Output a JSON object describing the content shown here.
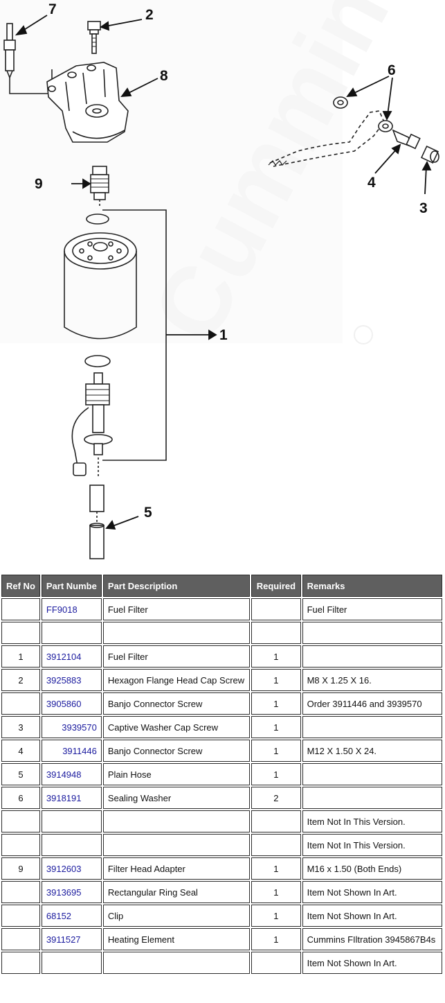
{
  "diagram": {
    "watermark": "Cummins",
    "callouts": [
      "7",
      "2",
      "8",
      "6",
      "9",
      "4",
      "3",
      "1",
      "5"
    ]
  },
  "table": {
    "headers": [
      "Ref No",
      "Part Numbe",
      "Part Description",
      "Required",
      "Remarks"
    ],
    "rows": [
      {
        "ref": "",
        "part": "FF9018",
        "desc": "Fuel Filter",
        "req": "",
        "remarks": "Fuel Filter"
      },
      {
        "ref": "",
        "part": "",
        "desc": "",
        "req": "",
        "remarks": ""
      },
      {
        "ref": "1",
        "part": "3912104",
        "desc": "Fuel Filter",
        "req": "1",
        "remarks": ""
      },
      {
        "ref": "2",
        "part": "3925883",
        "desc": "Hexagon Flange Head Cap Screw",
        "req": "1",
        "remarks": "M8 X 1.25 X 16."
      },
      {
        "ref": "",
        "part": "3905860",
        "desc": "Banjo Connector Screw",
        "req": "1",
        "remarks": "Order 3911446 and 3939570"
      },
      {
        "ref": "3",
        "part": "3939570",
        "desc": "Captive Washer Cap Screw",
        "req": "1",
        "remarks": ""
      },
      {
        "ref": "4",
        "part": "3911446",
        "desc": "Banjo Connector Screw",
        "req": "1",
        "remarks": "M12 X 1.50 X 24."
      },
      {
        "ref": "5",
        "part": "3914948",
        "desc": "Plain Hose",
        "req": "1",
        "remarks": ""
      },
      {
        "ref": "6",
        "part": "3918191",
        "desc": "Sealing Washer",
        "req": "2",
        "remarks": ""
      },
      {
        "ref": "",
        "part": "",
        "desc": "",
        "req": "",
        "remarks": "Item Not In This Version."
      },
      {
        "ref": "",
        "part": "",
        "desc": "",
        "req": "",
        "remarks": "Item Not In This Version."
      },
      {
        "ref": "9",
        "part": "3912603",
        "desc": "Filter Head Adapter",
        "req": "1",
        "remarks": "M16 x 1.50 (Both Ends)"
      },
      {
        "ref": "",
        "part": "3913695",
        "desc": "Rectangular Ring Seal",
        "req": "1",
        "remarks": "Item Not Shown In Art."
      },
      {
        "ref": "",
        "part": "68152",
        "desc": "Clip",
        "req": "1",
        "remarks": "Item Not Shown In Art."
      },
      {
        "ref": "",
        "part": "3911527",
        "desc": "Heating Element",
        "req": "1",
        "remarks": "Cummins FIltration 3945867B4s"
      },
      {
        "ref": "",
        "part": "",
        "desc": "",
        "req": "",
        "remarks": "Item Not Shown In Art."
      }
    ]
  }
}
